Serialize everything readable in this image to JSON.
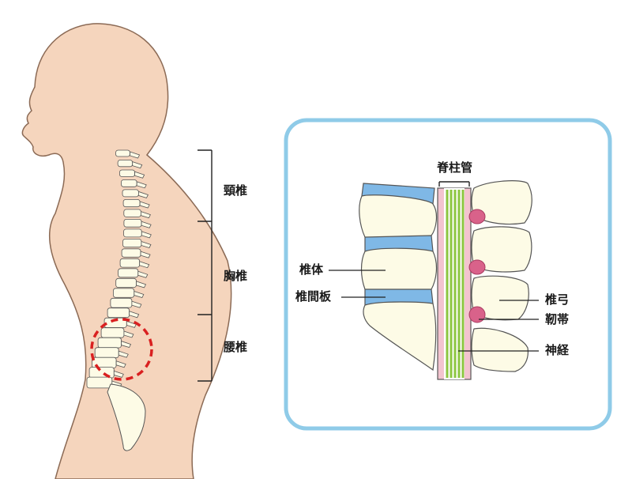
{
  "regions": {
    "cervical": "頸椎",
    "thoracic": "胸椎",
    "lumbar": "腰椎"
  },
  "detail": {
    "spinal_canal": "脊柱管",
    "vertebral_body": "椎体",
    "intervertebral_disc": "椎間板",
    "vertebral_arch": "椎弓",
    "ligament": "靭帯",
    "nerve": "神経"
  },
  "colors": {
    "skin": "#f5d5bd",
    "skin_outline": "#8b6a55",
    "bone": "#fdfbe6",
    "bone_outline": "#555555",
    "disc": "#7fb8e6",
    "ligament": "#d9628a",
    "nerve": "#8cc63f",
    "canal": "#f3c4cf",
    "frame": "#8fcbe8",
    "highlight": "#d92020"
  },
  "icons": {
    "highlight_marker": "dashed-circle"
  }
}
